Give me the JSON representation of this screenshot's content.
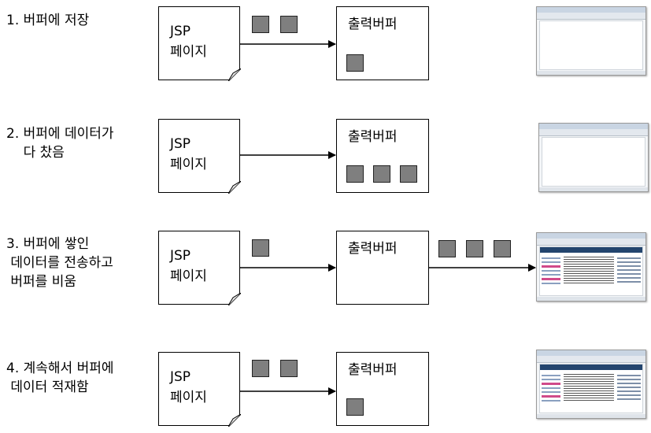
{
  "steps": [
    {
      "label": "1. 버퍼에 저장"
    },
    {
      "label": "2. 버퍼에 데이터가\n    다 찼음"
    },
    {
      "label": "3. 버퍼에 쌓인\n 데이터를 전송하고\n 버퍼를 비움"
    },
    {
      "label": "4. 계속해서 버퍼에\n 데이터 적재함"
    }
  ],
  "jsp_page_label": "JSP\n페이지",
  "output_buffer_label": "출력버퍼",
  "browser_states": [
    "blank",
    "blank",
    "page-loaded",
    "page-loaded"
  ],
  "colors": {
    "data_block": "#7f7f7f",
    "outline": "#000000",
    "browser_header": "#23456e",
    "browser_accent": "#d04a8a"
  }
}
